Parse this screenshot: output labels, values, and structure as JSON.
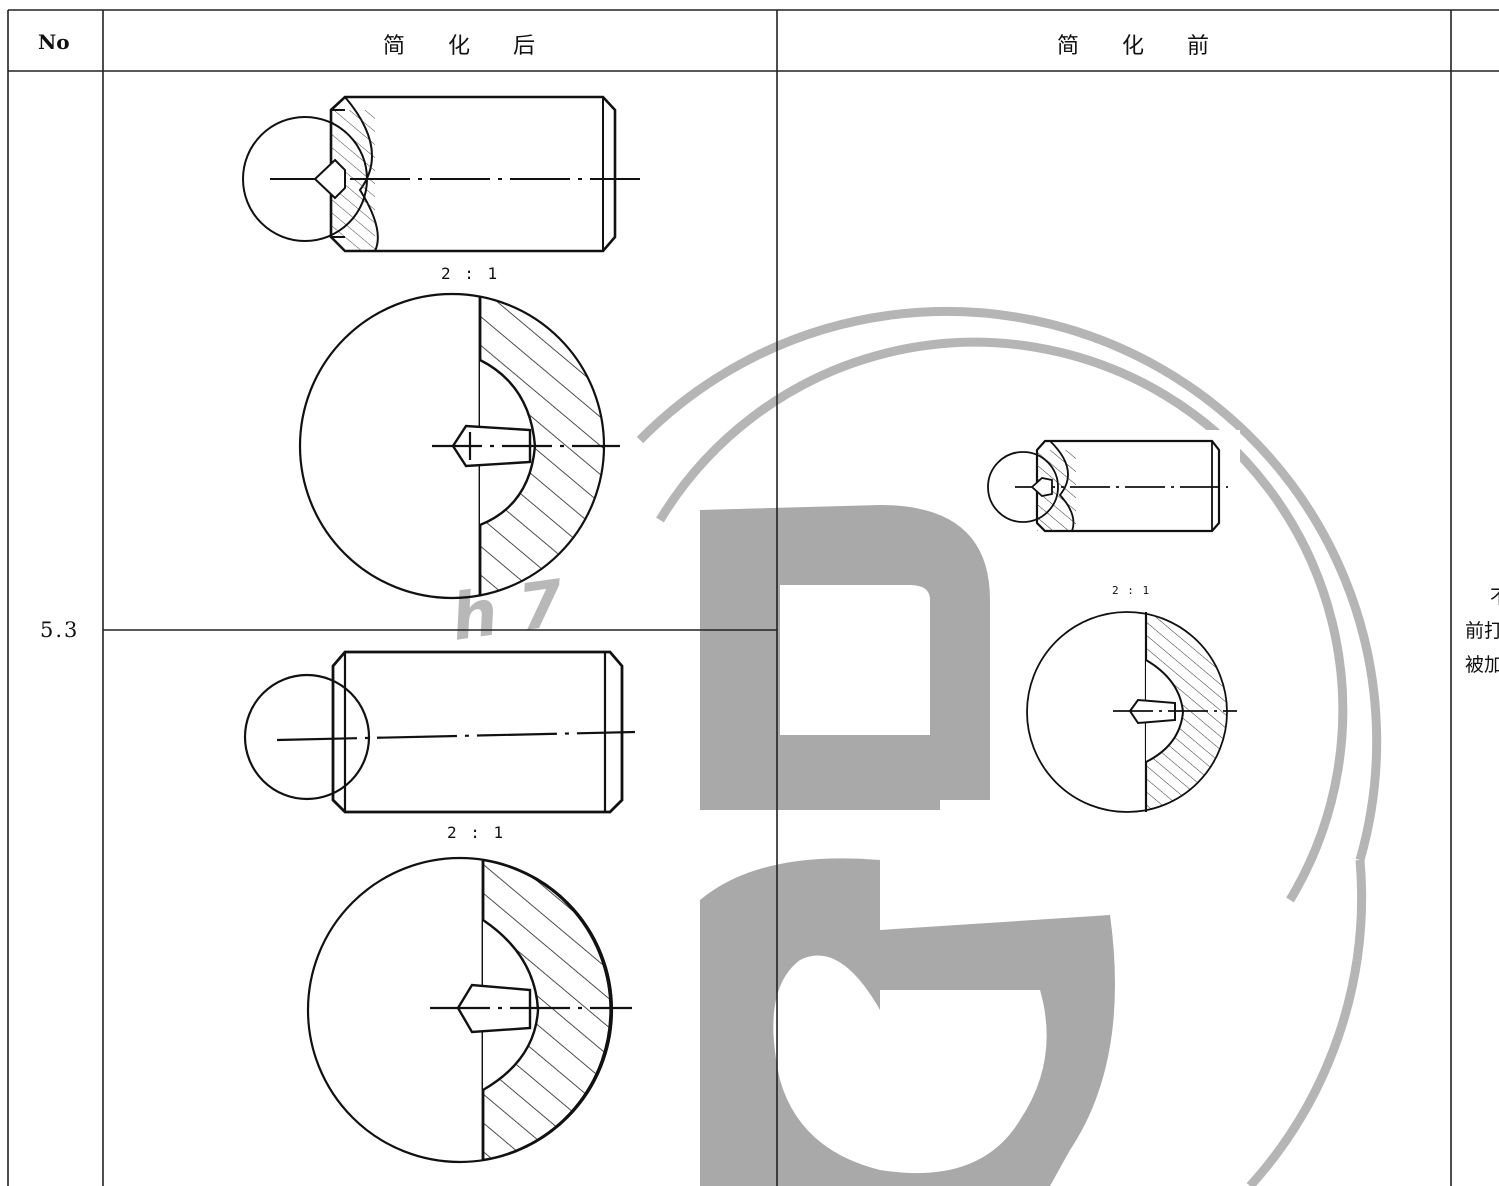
{
  "table": {
    "headers": {
      "no": "No",
      "after": "简 化 后",
      "before": "简 化 前"
    },
    "row_number": "5.3"
  },
  "figures": {
    "after_top_scale": "2 : 1",
    "after_bottom_scale": "2 : 1",
    "before_scale": "2 : 1"
  },
  "note_fragments": [
    "不",
    "前打",
    "被加"
  ],
  "watermark": {
    "text": "GB",
    "color": "#a9a9a9"
  }
}
